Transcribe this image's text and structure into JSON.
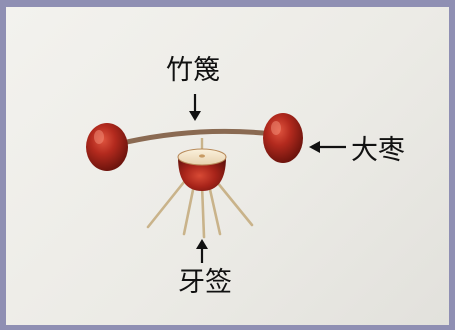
{
  "labels": {
    "bamboo_strip": "竹篾",
    "jujube": "大枣",
    "toothpick": "牙签"
  },
  "colors": {
    "frame": "#8f8fb3",
    "background": "#efeeea",
    "jujube": "#b32a1e",
    "strip": "#8a6a52",
    "toothpick": "#c9b38a",
    "arrow": "#111111"
  }
}
